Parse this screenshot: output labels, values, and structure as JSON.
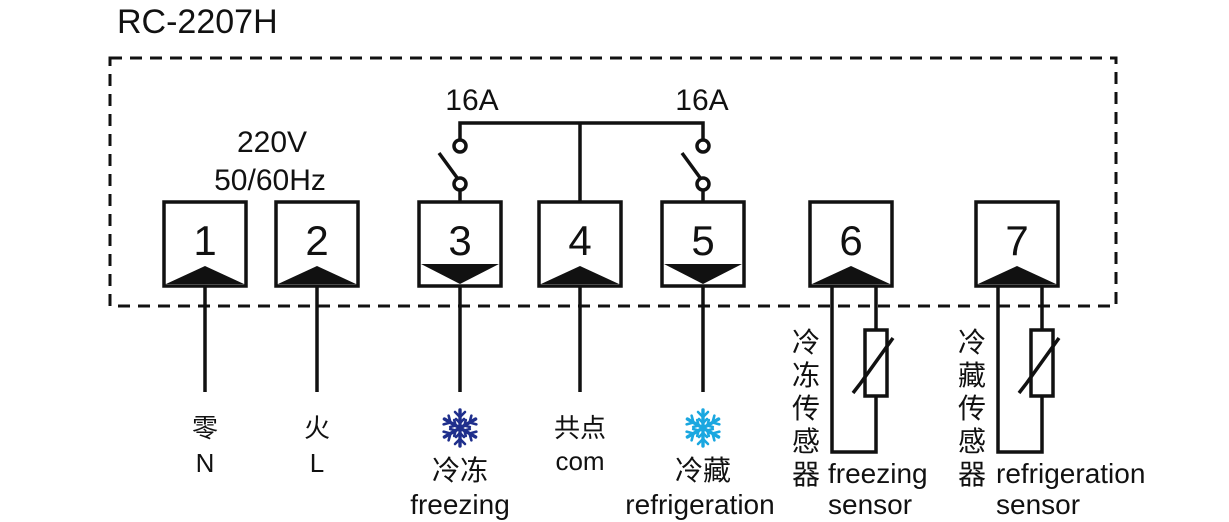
{
  "model": "RC-2207H",
  "power": {
    "voltage": "220V",
    "frequency": "50/60Hz"
  },
  "relay": {
    "left_rating": "16A",
    "right_rating": "16A"
  },
  "terminals": [
    {
      "number": "1"
    },
    {
      "number": "2"
    },
    {
      "number": "3"
    },
    {
      "number": "4"
    },
    {
      "number": "5"
    },
    {
      "number": "6"
    },
    {
      "number": "7"
    }
  ],
  "labels": {
    "neutral": {
      "cn": "零",
      "en": "N"
    },
    "live": {
      "cn": "火",
      "en": "L"
    },
    "freezing": {
      "cn": "冷冻",
      "en": "freezing",
      "icon": "snowflake-icon",
      "color": "#1f2f8c"
    },
    "common": {
      "cn": "共点",
      "en": "com"
    },
    "refrigeration": {
      "cn": "冷藏",
      "en": "refrigeration",
      "icon": "snowflake-icon",
      "color": "#1aa7e0"
    },
    "freezing_sensor": {
      "cn": [
        "冷",
        "冻",
        "传",
        "感",
        "器"
      ],
      "en_line1": "freezing",
      "en_line2": "sensor"
    },
    "refrigeration_sensor": {
      "cn": [
        "冷",
        "藏",
        "传",
        "感",
        "器"
      ],
      "en_line1": "refrigeration",
      "en_line2": "sensor"
    }
  }
}
